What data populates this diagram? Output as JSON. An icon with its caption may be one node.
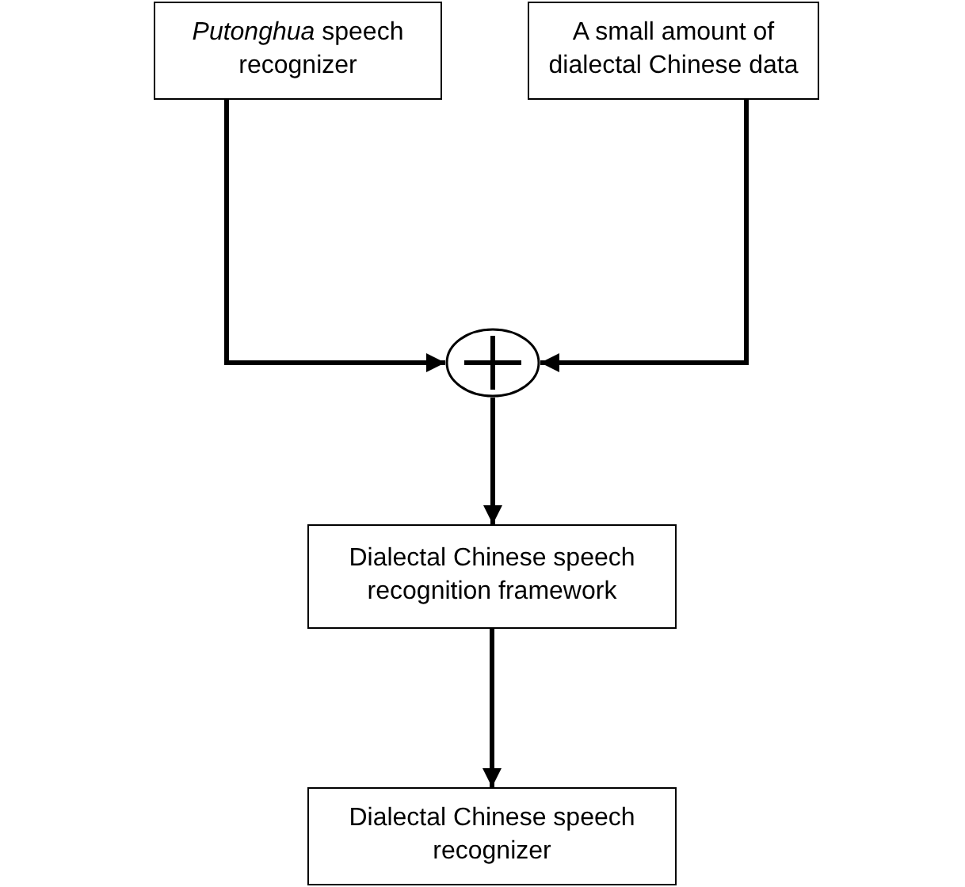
{
  "diagram": {
    "nodes": [
      {
        "text": [
          "*Putonghua* speech recognizer"
        ]
      },
      {
        "text": [
          "A small amount of dialectal Chinese data"
        ]
      },
      {
        "text": [],
        "shape": "circle"
      },
      {
        "text": [
          "Dialectal Chinese speech recognition framework"
        ]
      },
      {
        "text": [
          "Dialectal Chinese speech recognizer"
        ]
      }
    ],
    "edges": [
      {
        "from": 0,
        "to": 2,
        "arrow": "to"
      },
      {
        "from": 1,
        "to": 2,
        "arrow": "to"
      },
      {
        "from": 2,
        "to": 3,
        "arrow": "to"
      },
      {
        "from": 3,
        "to": 4,
        "arrow": "to"
      }
    ]
  }
}
